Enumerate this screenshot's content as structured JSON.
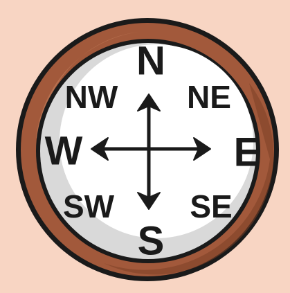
{
  "colors": {
    "background": "#f8d5c3",
    "rim": "#a2593b",
    "rim_shadow": "#7c3f27",
    "rim_highlight": "#c07a58",
    "face": "#ffffff",
    "face_shadow": "#d9d9d9",
    "outline": "#1a1a1a"
  },
  "compass": {
    "directions": {
      "n": "N",
      "ne": "NE",
      "e": "E",
      "se": "SE",
      "s": "S",
      "sw": "SW",
      "w": "W",
      "nw": "NW"
    },
    "icon": "compass-rose-icon"
  }
}
